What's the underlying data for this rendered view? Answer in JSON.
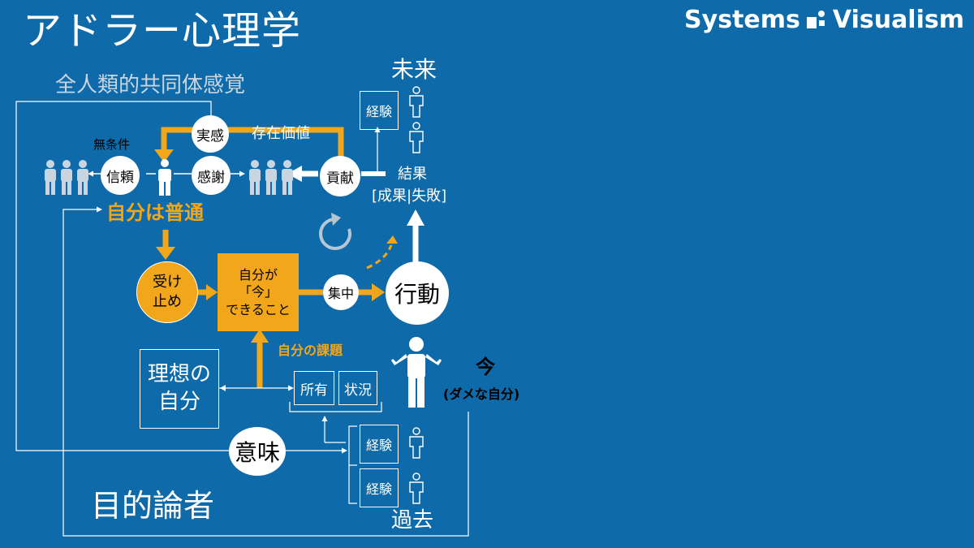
{
  "title": "アドラー心理学",
  "brand": {
    "left": "Systems",
    "right": "Visualism",
    "logo_icon": "systems-visualism-logo-icon"
  },
  "labels": {
    "community_feeling": "全人類的共同体感覚",
    "future": "未来",
    "past": "過去",
    "unconditional": "無条件",
    "existence_value": "存在価値",
    "result": "結果",
    "result_detail": "[成果|失敗]",
    "ordinary_self": "自分は普通",
    "my_task": "自分の課題",
    "now": "今",
    "now_detail": "(ダメな自分)",
    "teleology": "目的論者"
  },
  "nodes": {
    "feeling": "実感",
    "trust": "信頼",
    "gratitude": "感謝",
    "contribution": "貢献",
    "meaning": "意味",
    "focus": "集中",
    "action": "行動",
    "accept_line1": "受け",
    "accept_line2": "止め",
    "can_do_line1": "自分が",
    "can_do_line2": "「今」",
    "can_do_line3": "できること",
    "ideal_line1": "理想の",
    "ideal_line2": "自分",
    "ownership": "所有",
    "situation": "状況",
    "experience_future_1": "経験",
    "experience_past_1": "経験",
    "experience_past_2": "経験"
  },
  "icons": {
    "group_left": "people-group-icon",
    "group_right": "people-group-icon",
    "self": "person-icon",
    "cycle": "cycle-arrow-icon",
    "now_person": "person-shrug-icon"
  },
  "colors": {
    "background": "#0e6aa8",
    "accent": "#f2a71b",
    "line": "#ffffff"
  }
}
